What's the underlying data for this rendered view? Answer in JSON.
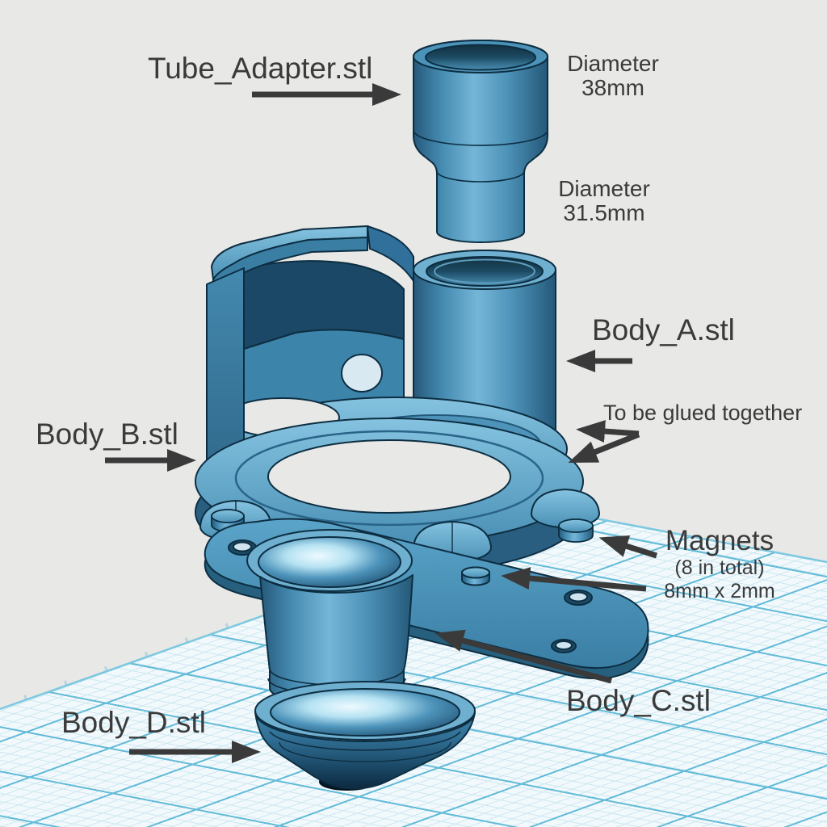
{
  "annotations": {
    "tube_adapter": "Tube_Adapter.stl",
    "diameter_38": {
      "line1": "Diameter",
      "line2": "38mm"
    },
    "diameter_315": {
      "line1": "Diameter",
      "line2": "31.5mm"
    },
    "body_a": "Body_A.stl",
    "glued": "To be glued together",
    "body_b": "Body_B.stl",
    "magnets": {
      "title": "Magnets",
      "line2": "(8 in total)",
      "line3": "8mm x 2mm"
    },
    "body_c": "Body_C.stl",
    "body_d": "Body_D.stl"
  },
  "colors": {
    "background_top": "#e8e8e6",
    "grid_bg": "#f2f9fc",
    "grid_minor": "#cde8f1",
    "grid_major": "#63bbd8",
    "text": "#3a3a3a",
    "arrow": "#3a3a3a",
    "model_mid": "#3d85ad",
    "model_light": "#7fc0de",
    "model_dark": "#1c4a66",
    "outline": "#0d2e42"
  }
}
